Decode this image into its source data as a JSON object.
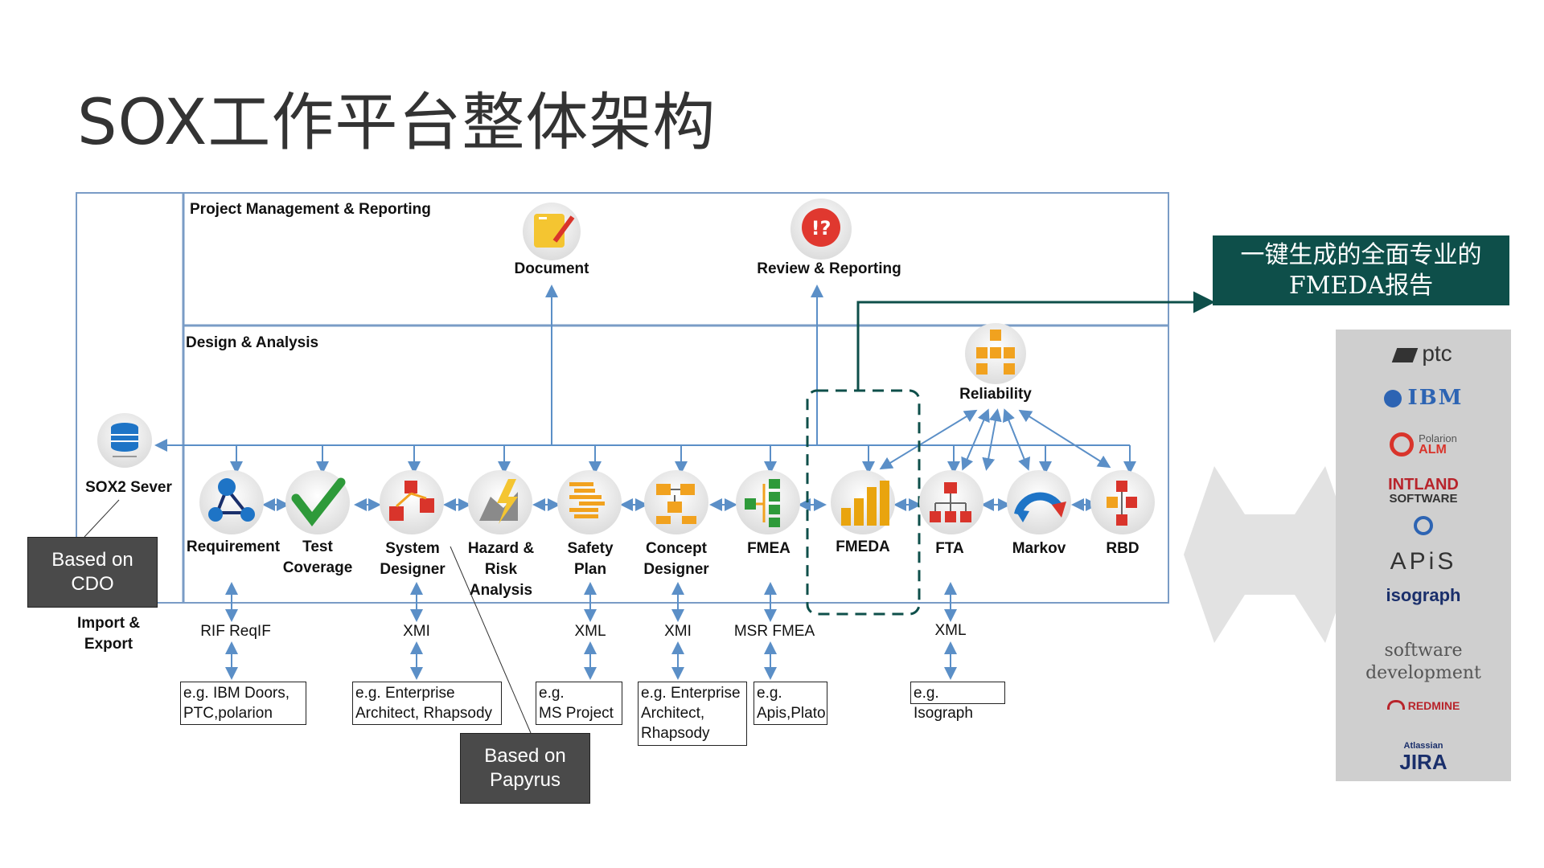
{
  "title": "SOX工作平台整体架构",
  "sections": {
    "pm": "Project Management & Reporting",
    "da": "Design & Analysis"
  },
  "top_tools": {
    "document": "Document",
    "review": "Review & Reporting"
  },
  "reliability": "Reliability",
  "server": "SOX2 Sever",
  "import_export": "Import &\nExport",
  "tools": [
    {
      "label": "Requirement"
    },
    {
      "label": "Test\nCoverage"
    },
    {
      "label": "System\nDesigner"
    },
    {
      "label": "Hazard & Risk\nAnalysis"
    },
    {
      "label": "Safety\nPlan"
    },
    {
      "label": "Concept\nDesigner"
    },
    {
      "label": "FMEA"
    },
    {
      "label": "FMEDA"
    },
    {
      "label": "FTA"
    },
    {
      "label": "Markov"
    },
    {
      "label": "RBD"
    }
  ],
  "formats": [
    "RIF ReqIF",
    "XMI",
    "XML",
    "XMI",
    "MSR FMEA",
    "XML"
  ],
  "examples": [
    "e.g. IBM Doors,\nPTC,polarion",
    "e.g. Enterprise\nArchitect, Rhapsody",
    "e.g.\nMS Project",
    "e.g. Enterprise\nArchitect,\nRhapsody",
    "e.g.\nApis,Plato",
    "e.g. Isograph"
  ],
  "notes": {
    "cdo": "Based on\nCDO",
    "papyrus": "Based on\nPapyrus"
  },
  "callout": "一键生成的全面专业的\nFMEDA报告",
  "vendors": {
    "ptc": "ptc",
    "ibm": "IBM",
    "polarion": "Polarion",
    "alm": "ALM",
    "intland1": "INTLAND",
    "intland2": "SOFTWARE",
    "apis": "APiS",
    "isograph": "isograph",
    "software_dev": "software\ndevelopment",
    "redmine": "REDMINE",
    "atlassian": "Atlassian",
    "jira": "JIRA"
  },
  "colors": {
    "frame": "#7a9cc6",
    "arrow": "#5b8fc7",
    "callout": "#0e4f4a",
    "note": "#4a4a4a",
    "panel": "#cfcfcf"
  }
}
